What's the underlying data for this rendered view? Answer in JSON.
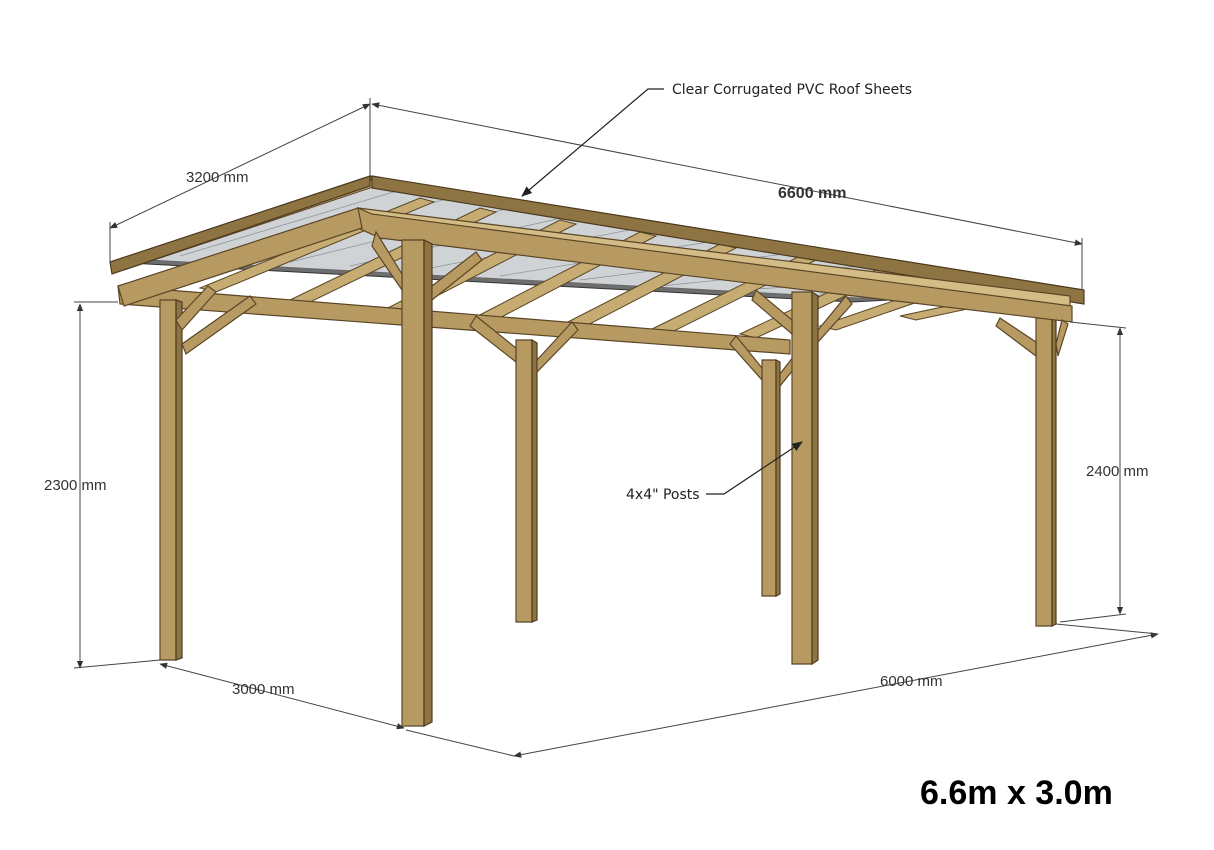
{
  "labels": {
    "roof_sheets": "Clear Corrugated PVC Roof Sheets",
    "roof_depth": "3200 mm",
    "roof_length": "6600 mm",
    "post_height_front": "2300 mm",
    "post_height_back": "2400 mm",
    "posts": "4x4\" Posts",
    "base_depth": "3000 mm",
    "base_length": "6000 mm",
    "size_title": "6.6m x 3.0m"
  },
  "colors": {
    "wood": "#b79a62",
    "roof": "#6e6e6e",
    "title": "#000000"
  }
}
